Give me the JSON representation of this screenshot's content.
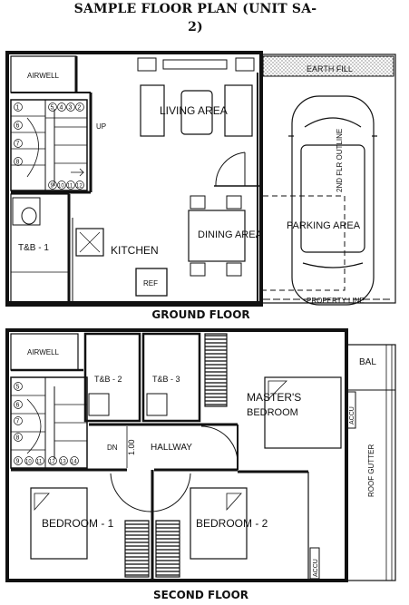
{
  "title": {
    "line1": "SAMPLE FLOOR PLAN (UNIT SA-",
    "line2": "2)"
  },
  "ground_floor": {
    "caption": "GROUND FLOOR",
    "rooms": {
      "airwell": "AIRWELL",
      "living": "LIVING AREA",
      "up": "UP",
      "tb1": "T&B - 1",
      "kitchen": "KITCHEN",
      "dining": "DINING AREA",
      "ref": "REF",
      "earth_fill": "EARTH FILL",
      "parking": "PARKING AREA",
      "outline": "2ND FLR OUTLINE",
      "property_line": "PROPERTY LINE"
    }
  },
  "second_floor": {
    "caption": "SECOND FLOOR",
    "rooms": {
      "airwell": "AIRWELL",
      "tb2": "T&B - 2",
      "tb3": "T&B - 3",
      "masters_1": "MASTER'S",
      "masters_2": "BEDROOM",
      "bal": "BAL",
      "accu_top": "ACCU",
      "roof_gutter": "ROOF GUTTER",
      "dn": "DN",
      "dim": "1.00",
      "hallway": "HALLWAY",
      "bedroom1": "BEDROOM - 1",
      "bedroom2": "BEDROOM - 2",
      "accu_bottom": "ACCU"
    }
  },
  "stair_numbers_ground": [
    "5",
    "4",
    "3",
    "2",
    "1",
    "6",
    "7",
    "8",
    "9",
    "10",
    "11",
    "12"
  ],
  "stair_numbers_second": [
    "5",
    "6",
    "7",
    "8",
    "9",
    "10",
    "11",
    "12",
    "13",
    "14"
  ]
}
